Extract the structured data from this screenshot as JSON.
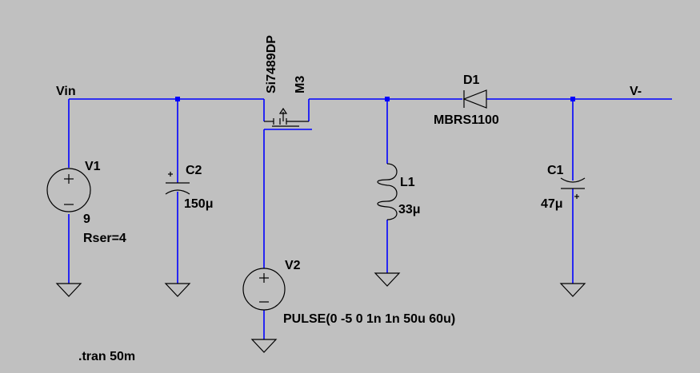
{
  "schematic": {
    "nets": {
      "vin": "Vin",
      "vout": "V-"
    },
    "v1": {
      "name": "V1",
      "value": "9",
      "rser": "Rser=4"
    },
    "c2": {
      "name": "C2",
      "value": "150μ"
    },
    "m3": {
      "name": "M3",
      "model": "Si7489DP"
    },
    "v2": {
      "name": "V2",
      "value": "PULSE(0 -5 0 1n 1n 50u 60u)"
    },
    "l1": {
      "name": "L1",
      "value": "33μ"
    },
    "d1": {
      "name": "D1",
      "model": "MBRS1100"
    },
    "c1": {
      "name": "C1",
      "value": "47μ"
    },
    "directive": ".tran 50m"
  },
  "colors": {
    "background": "#c0c0c0",
    "wire": "#0000ff",
    "component": "#000000"
  }
}
